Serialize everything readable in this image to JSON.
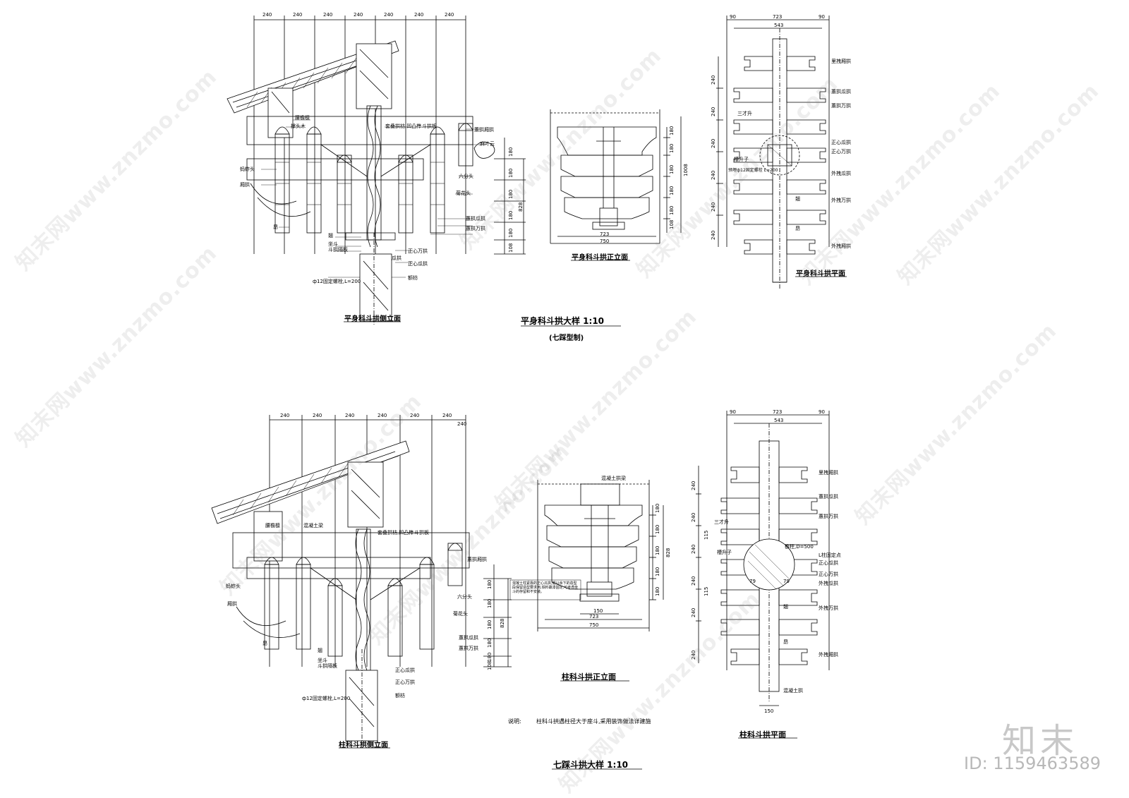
{
  "top": {
    "side_title": "平身科斗拱侧立面",
    "front_title": "平身科斗拱正立面",
    "plan_title": "平身科斗拱平面",
    "group_title": "平身科斗拱大样   1:10",
    "group_sub": "(七踩型制)",
    "side_dims": [
      "240",
      "240",
      "240",
      "240",
      "240",
      "240",
      "240"
    ],
    "side_vdims": [
      "180",
      "180",
      "180",
      "180",
      "180",
      "108"
    ],
    "side_total": "828",
    "side_labels": [
      "腰檐檩",
      "撑头木",
      "蚂蚱头",
      "厢拱",
      "昂",
      "翘",
      "坐斗",
      "斗拱隔板",
      "ф12固定螺栓,L=200",
      "瓜拱",
      "正心万拱",
      "正心瓜拱",
      "额枋",
      "套叠拱枋,凹凸榫",
      "斗拱板",
      "蕙拱厢拱",
      "麻叶云",
      "六分头",
      "菊花头",
      "蕙拱瓜拱",
      "蕙拱万拱"
    ],
    "front_dims": [
      "723",
      "750"
    ],
    "front_vdims": [
      "180",
      "180",
      "180",
      "180",
      "180",
      "108",
      "1008"
    ],
    "plan_dims": [
      "723",
      "543",
      "90",
      "90"
    ],
    "plan_vdims": [
      "240",
      "240",
      "240",
      "240",
      "240",
      "240"
    ],
    "plan_labels": [
      "里拽厢拱",
      "蕙拱瓜拱",
      "蕙拱万拱",
      "三才升",
      "槽升子",
      "正心瓜拱",
      "正心万拱",
      "预埋ф12固定螺栓 L=200",
      "外拽瓜拱",
      "外拽万拱",
      "外拽厢拱",
      "翘",
      "昂"
    ]
  },
  "bottom": {
    "side_title": "柱科斗拱侧立面",
    "front_title": "柱科斗拱正立面",
    "plan_title": "柱科斗拱平面",
    "group_title": "七踩斗拱大样   1:10",
    "side_dims": [
      "240",
      "240",
      "240",
      "240",
      "240",
      "240",
      "240"
    ],
    "side_vdims": [
      "180",
      "180",
      "180",
      "180",
      "180",
      "108"
    ],
    "side_total": "828",
    "side_labels": [
      "腰檐檩",
      "混凝土梁",
      "蚂蚱头",
      "厢拱",
      "昂",
      "翘",
      "坐斗",
      "斗拱隔板",
      "ф12固定螺栓,L=200",
      "正心瓜拱",
      "正心万拱",
      "额枋",
      "套叠拱枋,凹凸榫",
      "斗拱板",
      "蕙拱厢拱",
      "六分头",
      "菊花头",
      "蕙拱瓜拱",
      "蕙拱万拱"
    ],
    "front_dims": [
      "150",
      "723",
      "750"
    ],
    "front_vdims": [
      "180",
      "180",
      "180",
      "180",
      "180",
      "828"
    ],
    "front_beam": "混凝土拱梁",
    "front_note": "混凝土柱紧靠的正心瓜拱,翘以余下的造型段保留造型要求用,铁料蘸漆固定,可考虑坐斗的存留和不安装。",
    "plan_dims": [
      "723",
      "543",
      "90",
      "90",
      "150",
      "79",
      "79"
    ],
    "plan_vdims": [
      "240",
      "240",
      "240",
      "240",
      "240",
      "240",
      "115",
      "115"
    ],
    "plan_labels": [
      "里拽厢拱",
      "蕙拱瓜拱",
      "蕙拱万拱",
      "三才升",
      "槽升子",
      "檐柱,D=500",
      "L柱固定点",
      "正心瓜拱",
      "正心万拱",
      "外拽瓜拱",
      "外拽万拱",
      "外拽厢拱",
      "翘",
      "昂",
      "混凝土拱"
    ],
    "note_label": "说明:",
    "note_text": "柱科斗拱遇柱径大于座斗,采用装饰做法详建施"
  },
  "watermark": {
    "text": "知末网www.znzmo.com",
    "logo": "知末",
    "id": "ID: 1159463589"
  }
}
